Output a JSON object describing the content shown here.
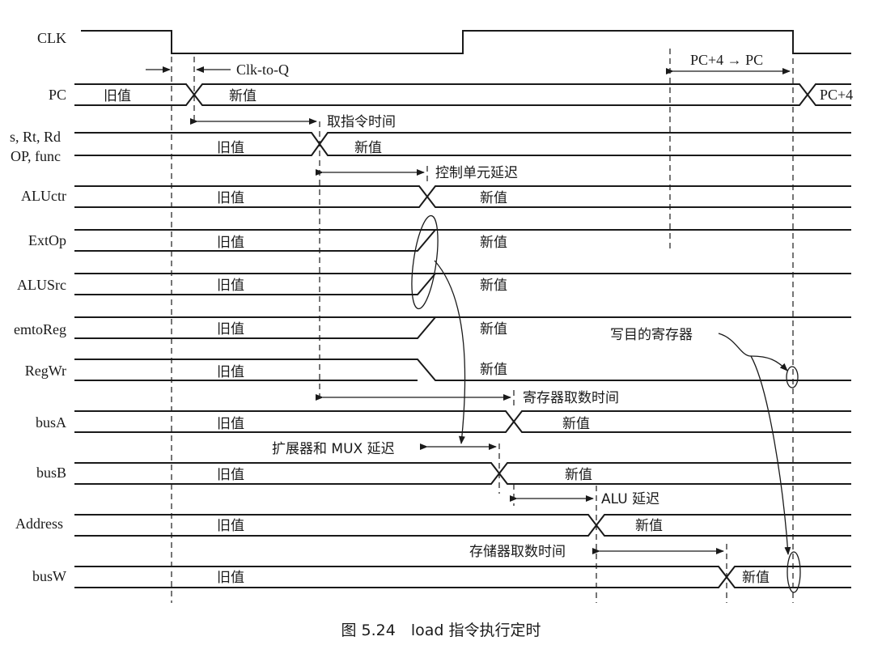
{
  "signals": {
    "clk": "CLK",
    "pc": "PC",
    "rs": "s, Rt, Rd",
    "op": "OP, func",
    "aluctr": "ALUctr",
    "extop": "ExtOp",
    "alusrc": "ALUSrc",
    "memtoreg": "emtoReg",
    "regwr": "RegWr",
    "busa": "busA",
    "busb": "busB",
    "address": "Address",
    "busw": "busW"
  },
  "values": {
    "old": "旧值",
    "new": "新值",
    "pc_next": "PC+4"
  },
  "annotations": {
    "clk_to_q": "Clk-to-Q",
    "pc_plus4": "PC+4 → PC",
    "fetch": "取指令时间",
    "control": "控制单元延迟",
    "write_reg": "写目的寄存器",
    "regfile": "寄存器取数时间",
    "ext_mux": "扩展器和 MUX 延迟",
    "alu": "ALU 延迟",
    "mem": "存储器取数时间"
  },
  "caption": "图 5.24　load 指令执行定时"
}
